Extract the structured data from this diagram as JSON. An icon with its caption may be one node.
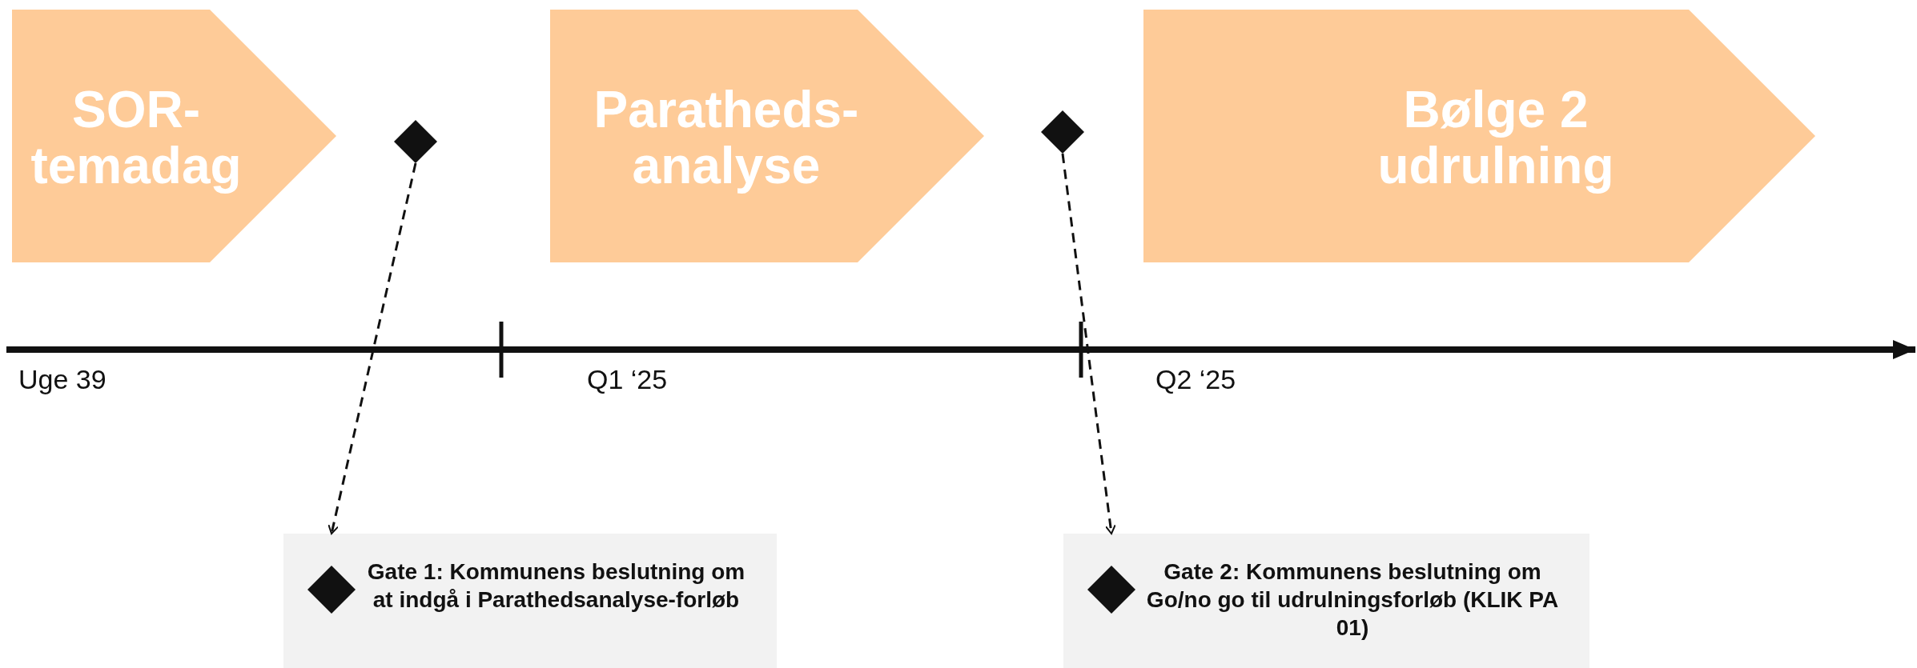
{
  "diagram": {
    "nodes": [
      {
        "text": [
          "SOR-temadag"
        ]
      },
      {
        "text": [],
        "shape": "diamond"
      },
      {
        "text": [
          "Paratheds-analyse"
        ]
      },
      {
        "text": [],
        "shape": "diamond"
      },
      {
        "text": [
          "Bølge 2 udrulning"
        ]
      },
      {
        "text": [
          "Gate 1: Kommunens beslutning om at indgå i Parathedsanalyse-forløb"
        ]
      },
      {
        "text": [
          "Gate 2: Kommunens beslutning om Go/no go til udrulningsforløb (KLIK PA 01)"
        ]
      }
    ],
    "edges": [
      {
        "from": 1,
        "to": 5,
        "arrow": "to",
        "style": "dashed"
      },
      {
        "from": 3,
        "to": 6,
        "arrow": "to",
        "style": "dashed"
      }
    ],
    "labels": [
      "Uge 39",
      "Q1 ‘25",
      "Q2 ‘25"
    ]
  }
}
